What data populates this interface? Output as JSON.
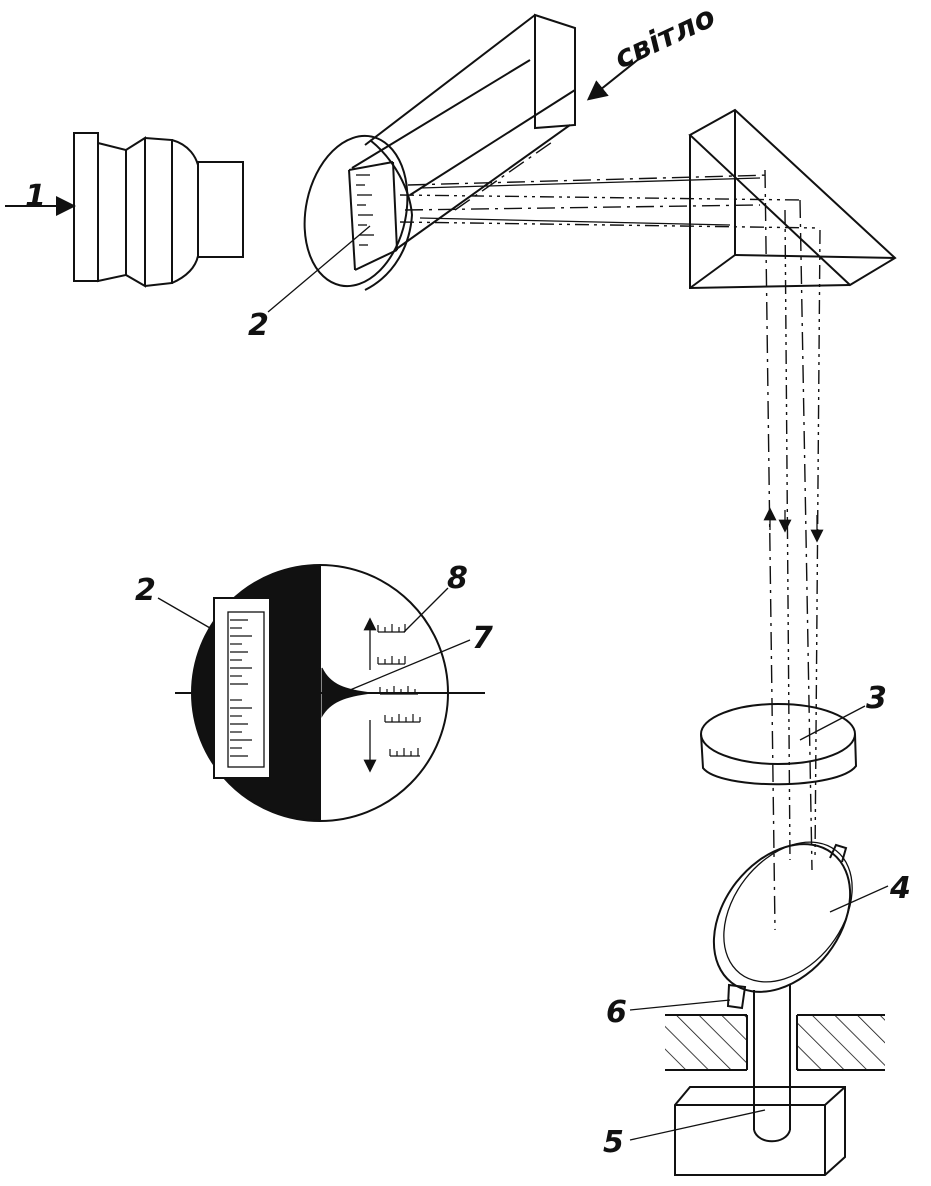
{
  "labels": {
    "l1": "1",
    "l2a": "2",
    "l2b": "2",
    "l3": "3",
    "l4": "4",
    "l5": "5",
    "l6": "6",
    "l7": "7",
    "l8": "8",
    "light": "світло"
  },
  "colors": {
    "ink": "#111111",
    "paper": "#ffffff"
  }
}
